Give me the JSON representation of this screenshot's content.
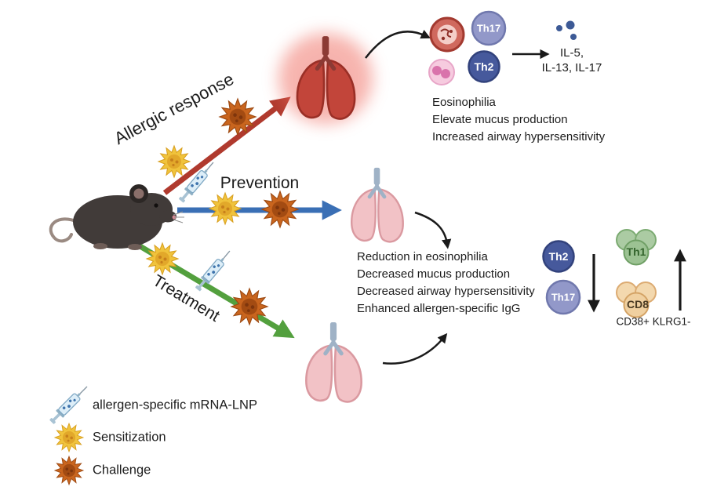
{
  "pathway_labels": {
    "allergic": "Allergic response",
    "prevention": "Prevention",
    "treatment": "Treatment"
  },
  "allergic_outcome": {
    "cytokines_line1": "IL-5,",
    "cytokines_line2": "IL-13, IL-17",
    "cells": {
      "th17": "Th17",
      "th2": "Th2"
    },
    "effects": {
      "l1": "Eosinophilia",
      "l2": "Elevate mucus production",
      "l3": "Increased airway hypersensitivity"
    }
  },
  "treated_outcome": {
    "effects": {
      "l1": "Reduction in eosinophilia",
      "l2": "Decreased mucus production",
      "l3": "Decreased airway hypersensitivity",
      "l4": "Enhanced allergen-specific IgG"
    },
    "cells": {
      "th2": "Th2",
      "th17": "Th17",
      "th1": "Th1",
      "cd8": "CD8",
      "cd8_markers": "CD38+ KLRG1-"
    }
  },
  "legend": {
    "syringe": "allergen-specific mRNA-LNP",
    "sensitization": "Sensitization",
    "challenge": "Challenge"
  },
  "colors": {
    "allergic_arrow": "#b03a2e",
    "prevention_arrow": "#3a6fb5",
    "treatment_arrow": "#53a03e",
    "sensitization_star": "#f0c33c",
    "challenge_star": "#c9651e",
    "healthy_lung": "#f2c2c6",
    "inflamed_lung": "#c2453a",
    "th2_cell": "#46599c",
    "th17_cell": "#9298c9",
    "th1_cell": "#9cc293",
    "cd8_cell": "#f0d0a0"
  }
}
